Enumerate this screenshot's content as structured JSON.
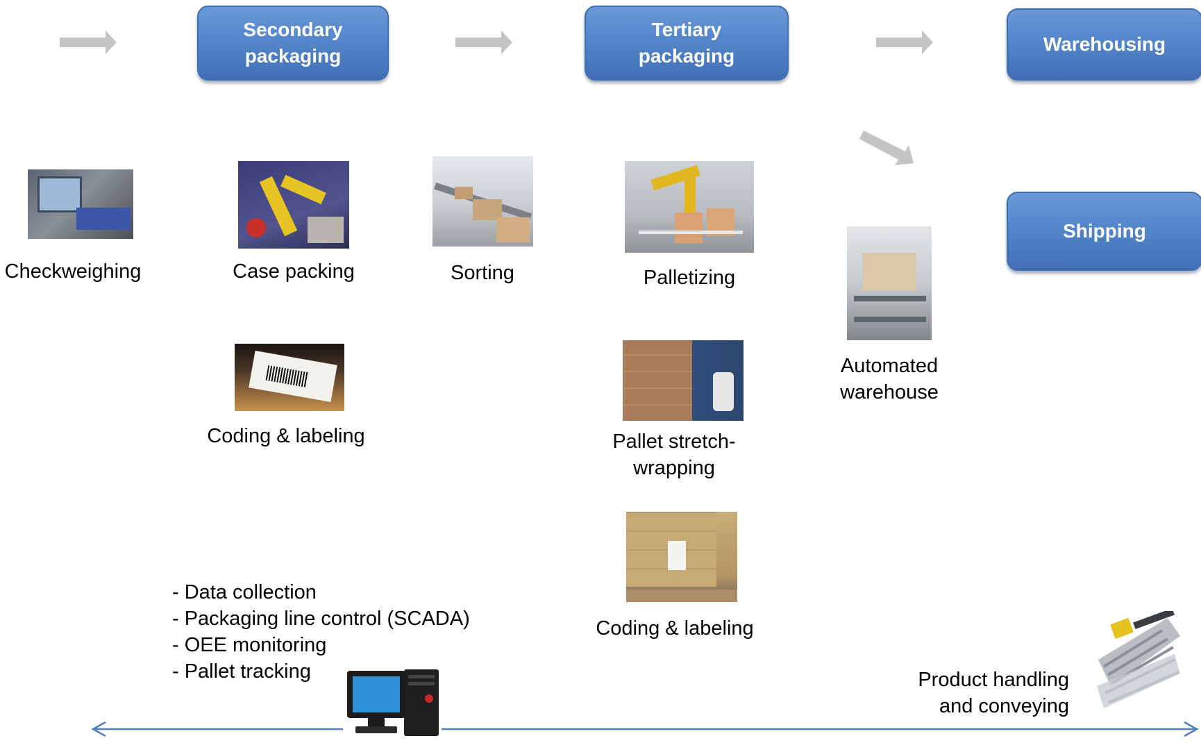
{
  "stages": {
    "secondary": "Secondary\npackaging",
    "tertiary": "Tertiary\npackaging",
    "warehousing": "Warehousing",
    "shipping": "Shipping"
  },
  "steps": {
    "checkweighing": "Checkweighing",
    "case_packing": "Case packing",
    "sorting": "Sorting",
    "palletizing": "Palletizing",
    "automated_warehouse": "Automated\nwarehouse",
    "coding_labeling_case": "Coding & labeling",
    "pallet_stretch_wrapping": "Pallet stretch-\nwrapping",
    "coding_labeling_pallet": "Coding & labeling"
  },
  "functions": [
    "- Data collection",
    "- Packaging line control (SCADA)",
    "- OEE monitoring",
    "- Pallet tracking"
  ],
  "conveying": "Product handling\nand conveying",
  "colors": {
    "stage_fill": "#5284c8",
    "stage_border": "#3f6fae",
    "flow_arrow": "#c0c0c0",
    "timeline": "#4f7ec0"
  },
  "icons": [
    "computer-icon",
    "conveyor-scanner-icon"
  ]
}
